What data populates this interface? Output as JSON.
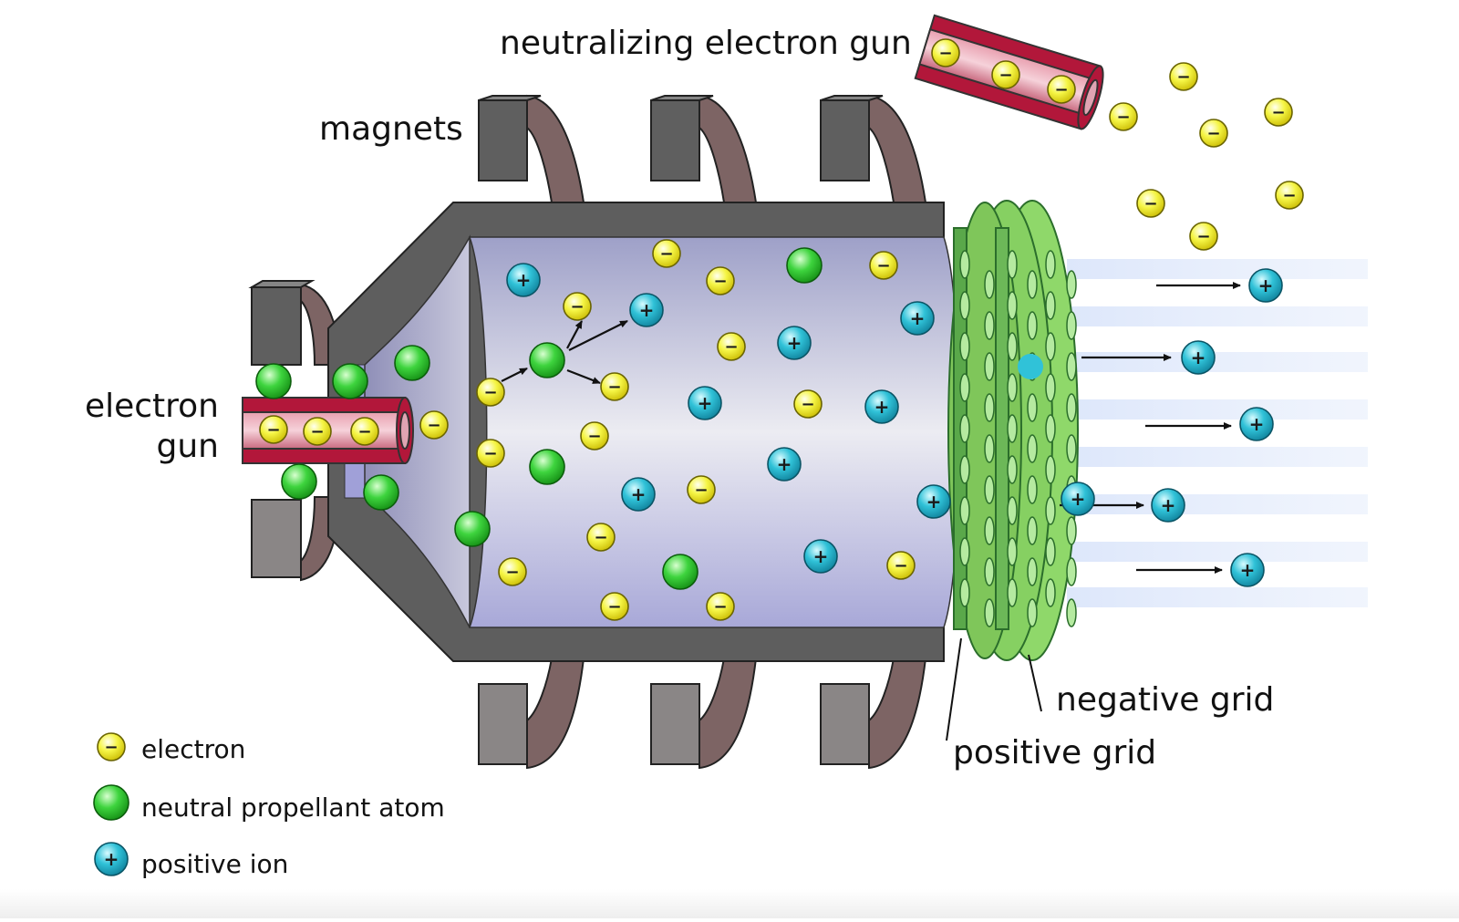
{
  "labels": {
    "neutralizing_gun": "neutralizing electron gun",
    "magnets": "magnets",
    "electron_gun_line1": "electron",
    "electron_gun_line2": "gun",
    "negative_grid": "negative grid",
    "positive_grid": "positive grid"
  },
  "legend": [
    {
      "kind": "electron",
      "label": "electron"
    },
    {
      "kind": "atom",
      "label": "neutral propellant atom"
    },
    {
      "kind": "ion",
      "label": "positive ion"
    }
  ],
  "particle_symbols": {
    "electron": "−",
    "ion": "+"
  },
  "colors": {
    "electron": "#f2f23a",
    "atom": "#2ec42e",
    "ion": "#2ab8d0",
    "chamber_wall": "#5e5e5e",
    "magnet_ring": "#7d6464",
    "electron_gun": "#b2173a",
    "grid": "#8fd86a",
    "beam": "#dfe9fb"
  }
}
